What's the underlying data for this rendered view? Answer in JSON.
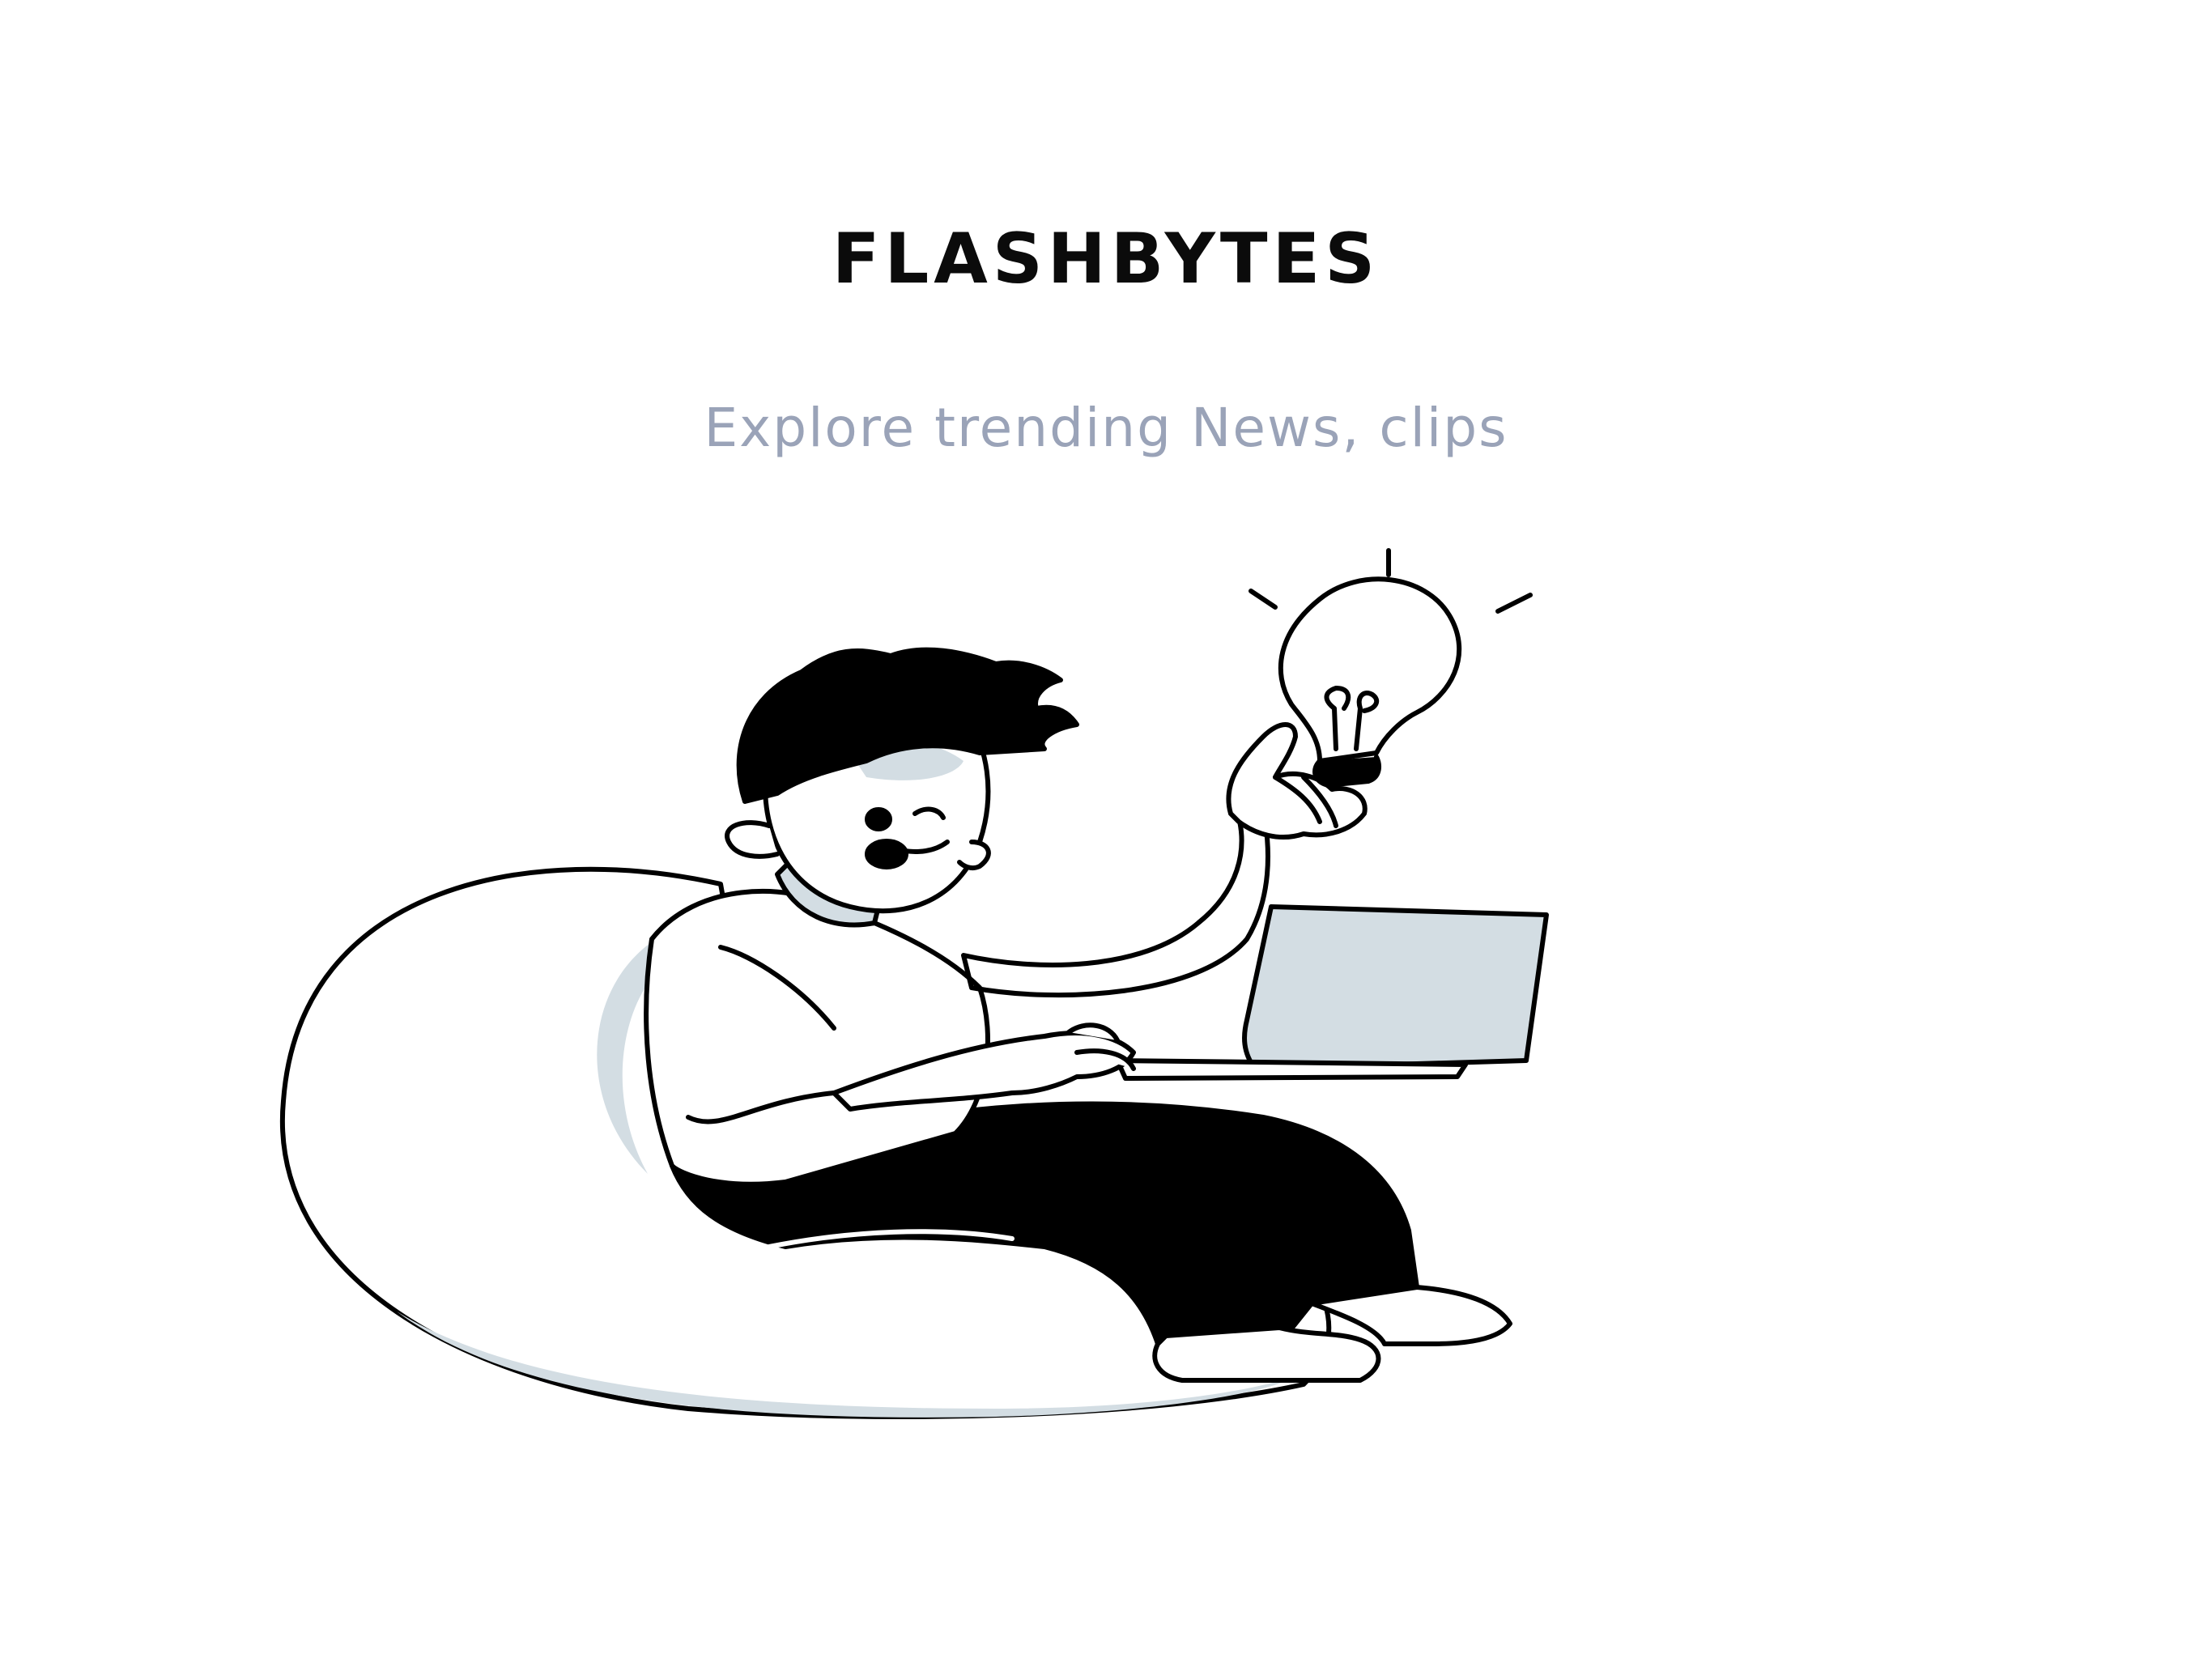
{
  "app": {
    "title": "FLASHBYTES",
    "tagline": "Explore trending News, clips"
  },
  "illustration": {
    "name": "person-on-beanbag-with-laptop-idea"
  },
  "colors": {
    "background": "#ffffff",
    "title": "#0b0b0b",
    "tagline": "#9aa3b8",
    "accent_shade": "#d3dde3",
    "ink": "#000000"
  }
}
